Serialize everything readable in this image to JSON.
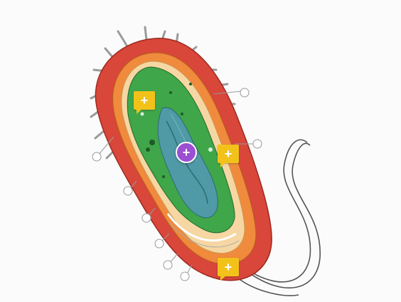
{
  "diagram": {
    "subject": "bacterial-cell",
    "colors": {
      "outer_layer": "#d9463a",
      "middle_layer": "#f08a3c",
      "membrane": "#f6c07a",
      "cytoplasm": "#3fa64a",
      "nucleoid": "#4f9aa6",
      "flagellum": "#555555",
      "hotspot_square": "#f2c21b",
      "hotspot_round": "#9b4fd1"
    }
  },
  "hotspots": [
    {
      "symbol": "+",
      "style": "square",
      "icon": "plus-icon"
    },
    {
      "symbol": "+",
      "style": "square",
      "icon": "plus-icon"
    },
    {
      "symbol": "+",
      "style": "square",
      "icon": "plus-icon"
    },
    {
      "symbol": "+",
      "style": "round",
      "icon": "plus-icon"
    }
  ]
}
